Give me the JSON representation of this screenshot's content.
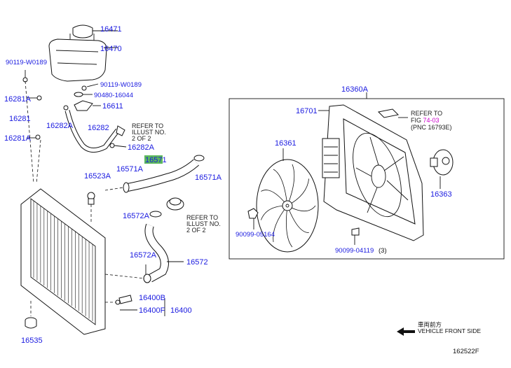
{
  "labels": {
    "p16471": "16471",
    "p16470": "16470",
    "p90119a": "90119-W0189",
    "p90119b": "90119-W0189",
    "p90480": "90480-16044",
    "p16611": "16611",
    "p16281A_top": "16281A",
    "p16281": "16281",
    "p16281A_bot": "16281A",
    "p16282A_left": "16282A",
    "p16282": "16282",
    "p16282A_right": "16282A",
    "p16571": "16571",
    "p16571A_left": "16571A",
    "p16571A_right": "16571A",
    "p16523A": "16523A",
    "p16572A_top": "16572A",
    "p16572A_bot": "16572A",
    "p16572": "16572",
    "p16400B": "16400B",
    "p16400F": "16400F",
    "p16400": "16400",
    "p16535": "16535",
    "p16360A": "16360A",
    "p16701": "16701",
    "p16361": "16361",
    "p16363": "16363",
    "p90099a": "90099-05164",
    "p90099b": "90099-04119",
    "qty3": "(3)"
  },
  "refs": {
    "illust1": [
      "REFER TO",
      "ILLUST NO.",
      "2 OF 2"
    ],
    "illust2": [
      "REFER TO",
      "ILLUST NO.",
      "2 OF 2"
    ],
    "fig_prefix": "REFER TO",
    "fig_word": "FIG ",
    "fig_num": "74-03",
    "fig_pnc": "(PNC 16793E)"
  },
  "front": {
    "jp": "車両前方",
    "en": "VEHICLE FRONT SIDE"
  },
  "drawing_code": "162522F"
}
